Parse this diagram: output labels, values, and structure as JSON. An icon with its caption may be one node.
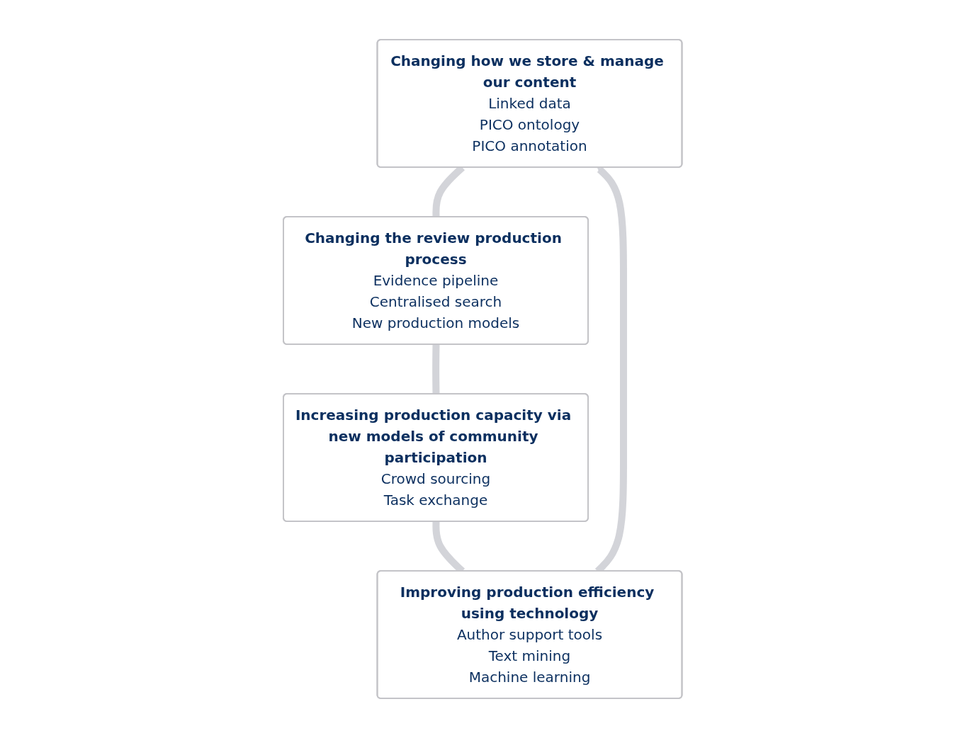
{
  "diagram": {
    "nodes": [
      {
        "text": [
          "Changing how we store & manage our content",
          "Linked data",
          "PICO ontology",
          "PICO annotation"
        ]
      },
      {
        "text": [
          "Improving production efficiency using technology",
          "Author support tools",
          "Text mining",
          "Machine learning"
        ]
      },
      {
        "text": [
          "Changing the review production process",
          "Evidence pipeline",
          "Centralised search",
          "New production models"
        ]
      },
      {
        "text": [
          "Increasing production capacity via new models of community participation",
          "Crowd sourcing",
          "Task exchange"
        ]
      }
    ],
    "edges": [
      {
        "from": 0,
        "to": 2,
        "arrow": "none"
      },
      {
        "from": 2,
        "to": 3,
        "arrow": "none"
      },
      {
        "from": 3,
        "to": 1,
        "arrow": "none"
      },
      {
        "from": 1,
        "to": 0,
        "arrow": "to"
      }
    ]
  }
}
